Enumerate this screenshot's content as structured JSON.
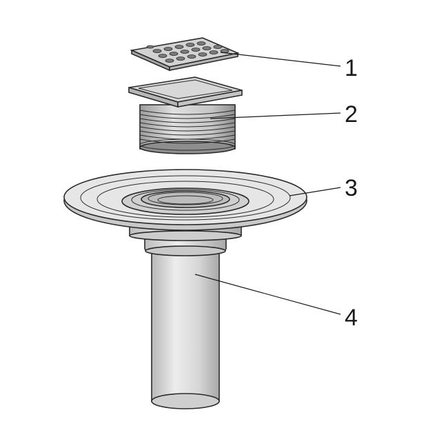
{
  "diagram": {
    "callouts": [
      {
        "id": "1",
        "label": "1"
      },
      {
        "id": "2",
        "label": "2"
      },
      {
        "id": "3",
        "label": "3"
      },
      {
        "id": "4",
        "label": "4"
      }
    ]
  },
  "colors": {
    "background": "#ffffff",
    "outline": "#2a2a2a",
    "metal_light": "#e4e4e4",
    "metal_mid": "#c8c8c8",
    "metal_dark": "#9a9a9a"
  }
}
